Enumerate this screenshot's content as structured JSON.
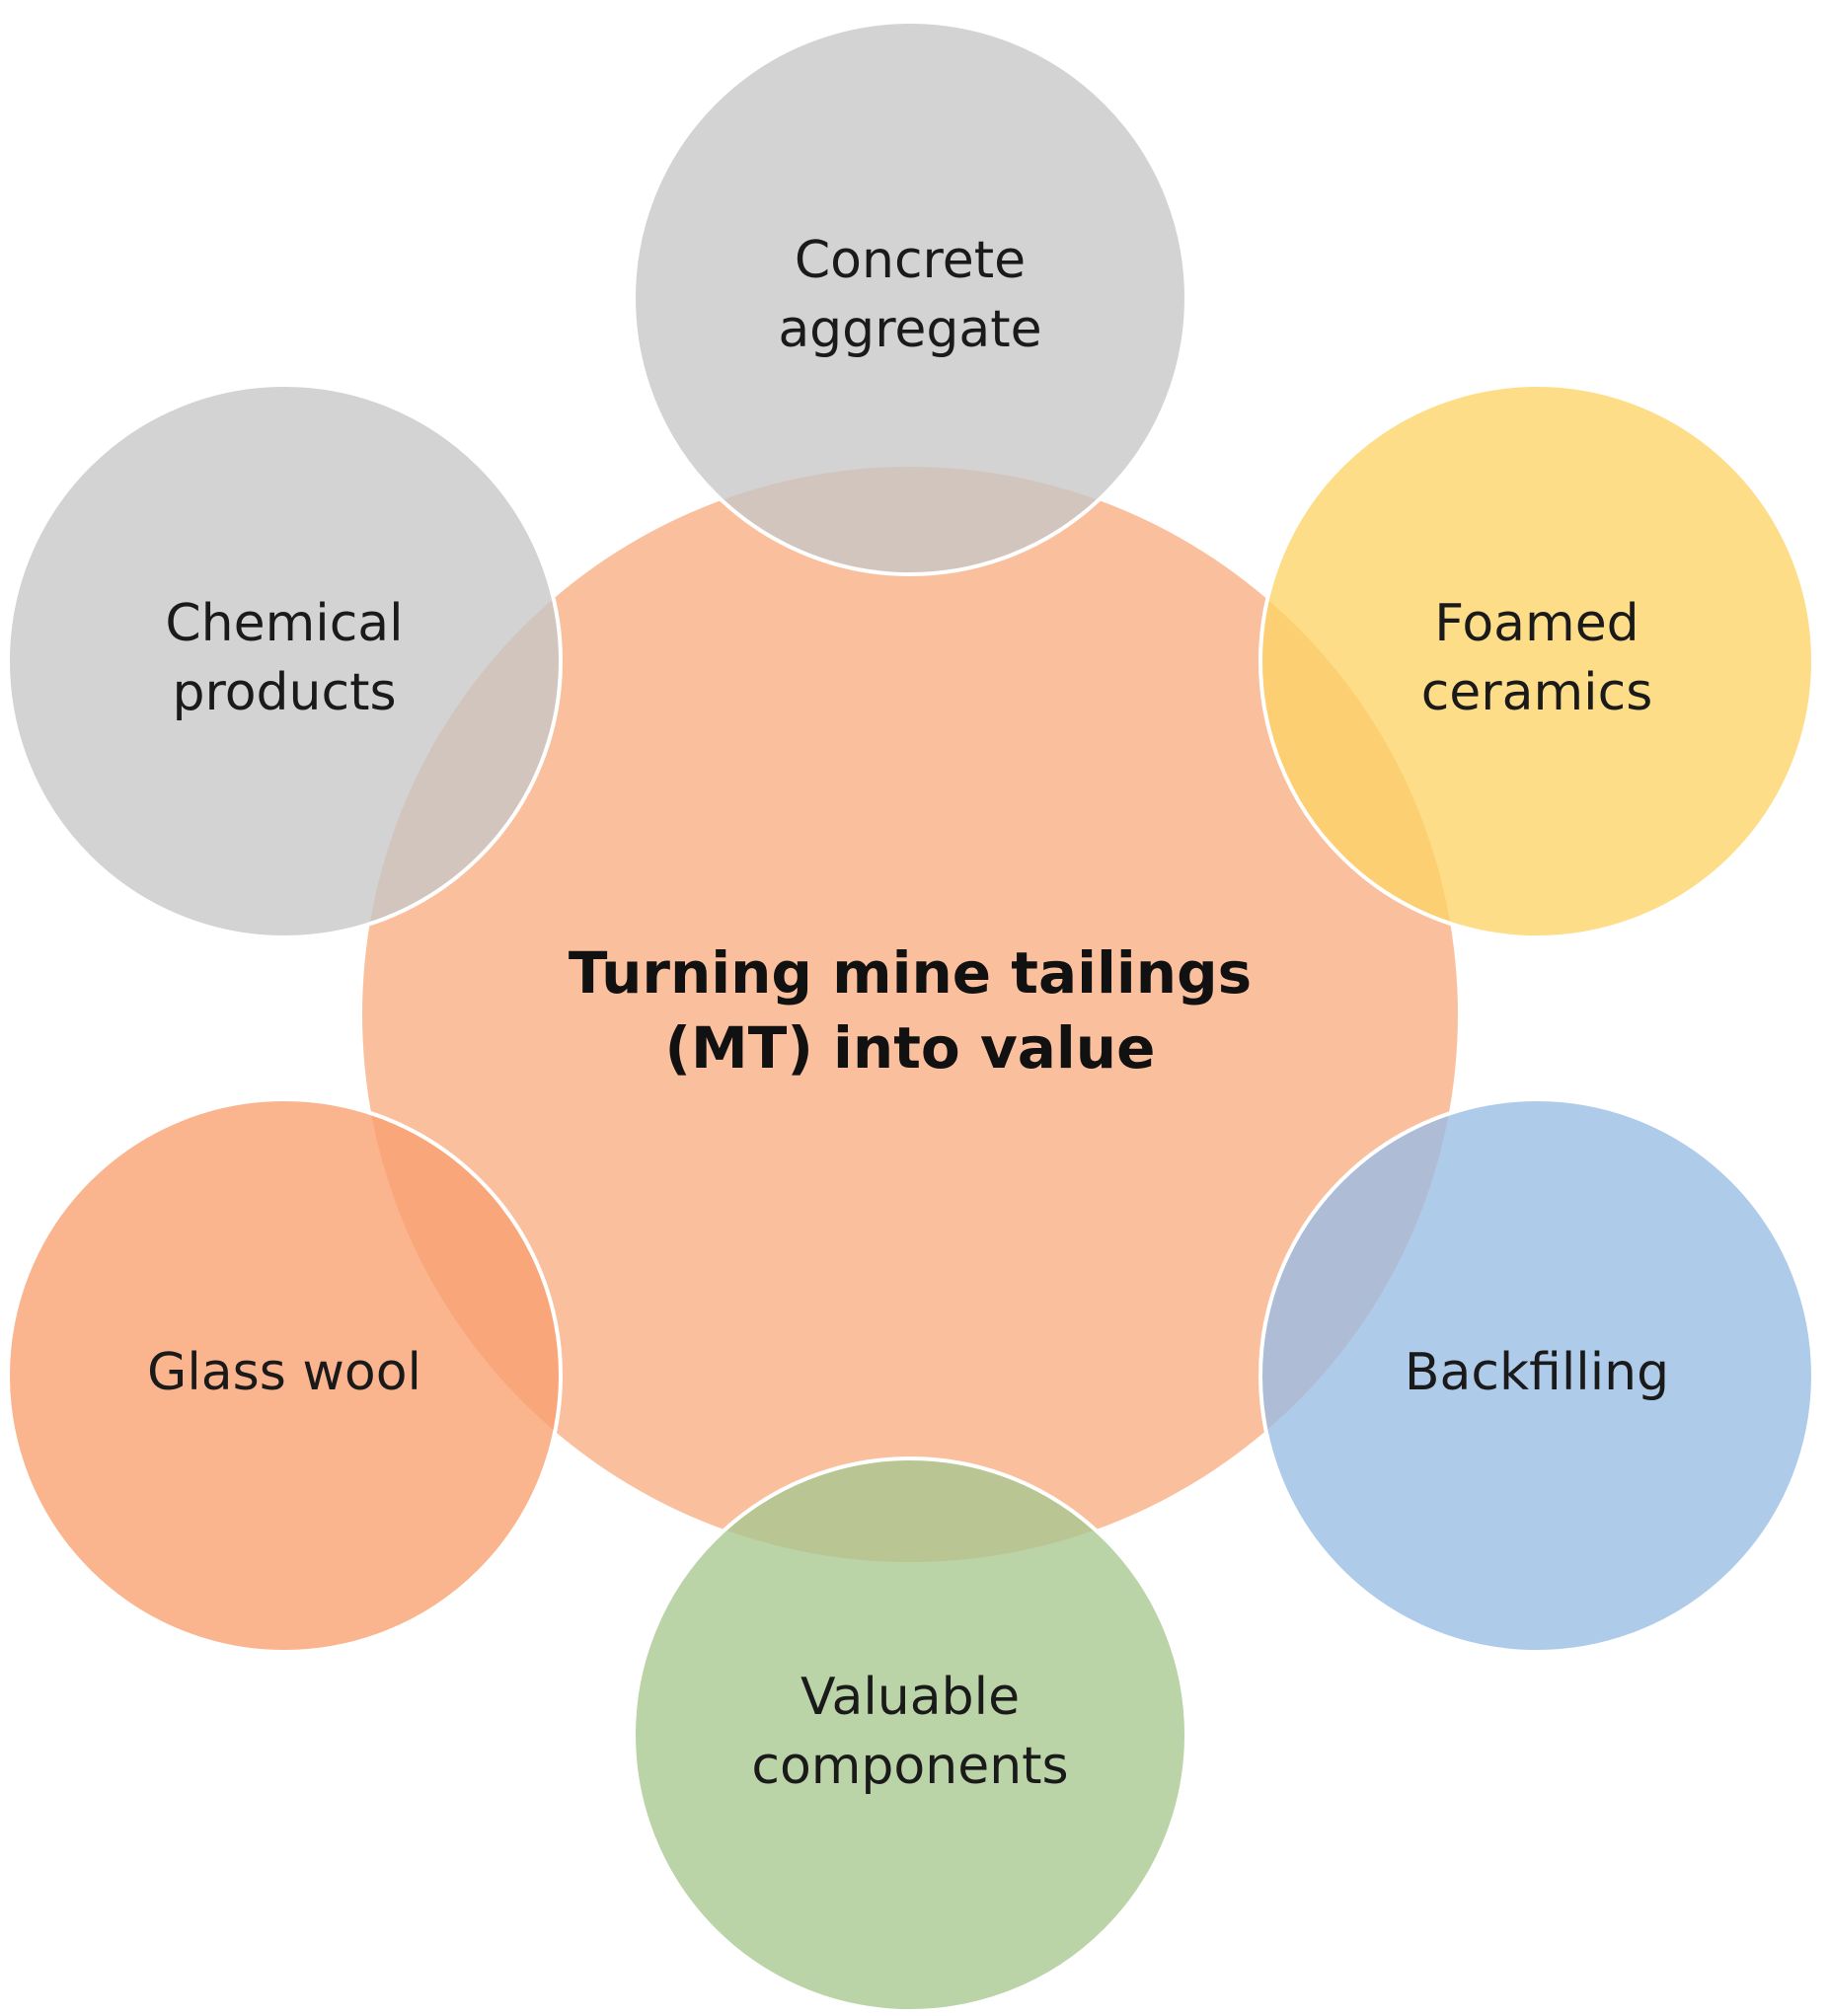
{
  "hub": {
    "lines": [
      "Turning mine tailings",
      "(MT) into value"
    ],
    "color": "#f8a878"
  },
  "satellites": [
    {
      "id": "concrete-aggregate",
      "lines": [
        "Concrete",
        "aggregate"
      ],
      "color": "#c6c6c6"
    },
    {
      "id": "foamed-ceramics",
      "lines": [
        "Foamed",
        "ceramics"
      ],
      "color": "#fdd466"
    },
    {
      "id": "backfilling",
      "lines": [
        "Backfilling"
      ],
      "color": "#98bce4"
    },
    {
      "id": "valuable-components",
      "lines": [
        "Valuable",
        "components"
      ],
      "color": "#a6c78e"
    },
    {
      "id": "glass-wool",
      "lines": [
        "Glass wool"
      ],
      "color": "#f8a070"
    },
    {
      "id": "chemical-products",
      "lines": [
        "Chemical",
        "products"
      ],
      "color": "#c6c6c6"
    }
  ]
}
